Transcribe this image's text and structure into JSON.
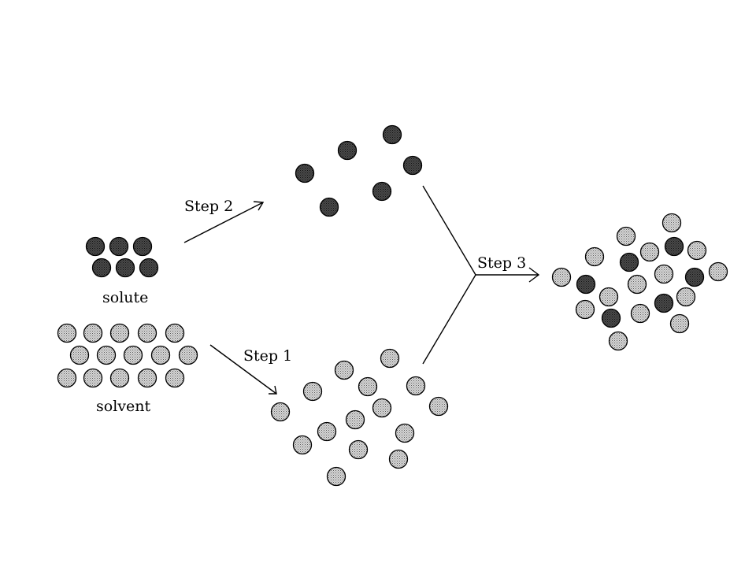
{
  "labels": {
    "solute": "solute",
    "solvent": "solvent",
    "step1": "Step 1",
    "step2": "Step 2",
    "step3": "Step 3"
  },
  "colors": {
    "solute_particle": "#3a3a3a",
    "solvent_particle": "#c8c8c8",
    "outline": "#000000",
    "background": "#ffffff"
  }
}
